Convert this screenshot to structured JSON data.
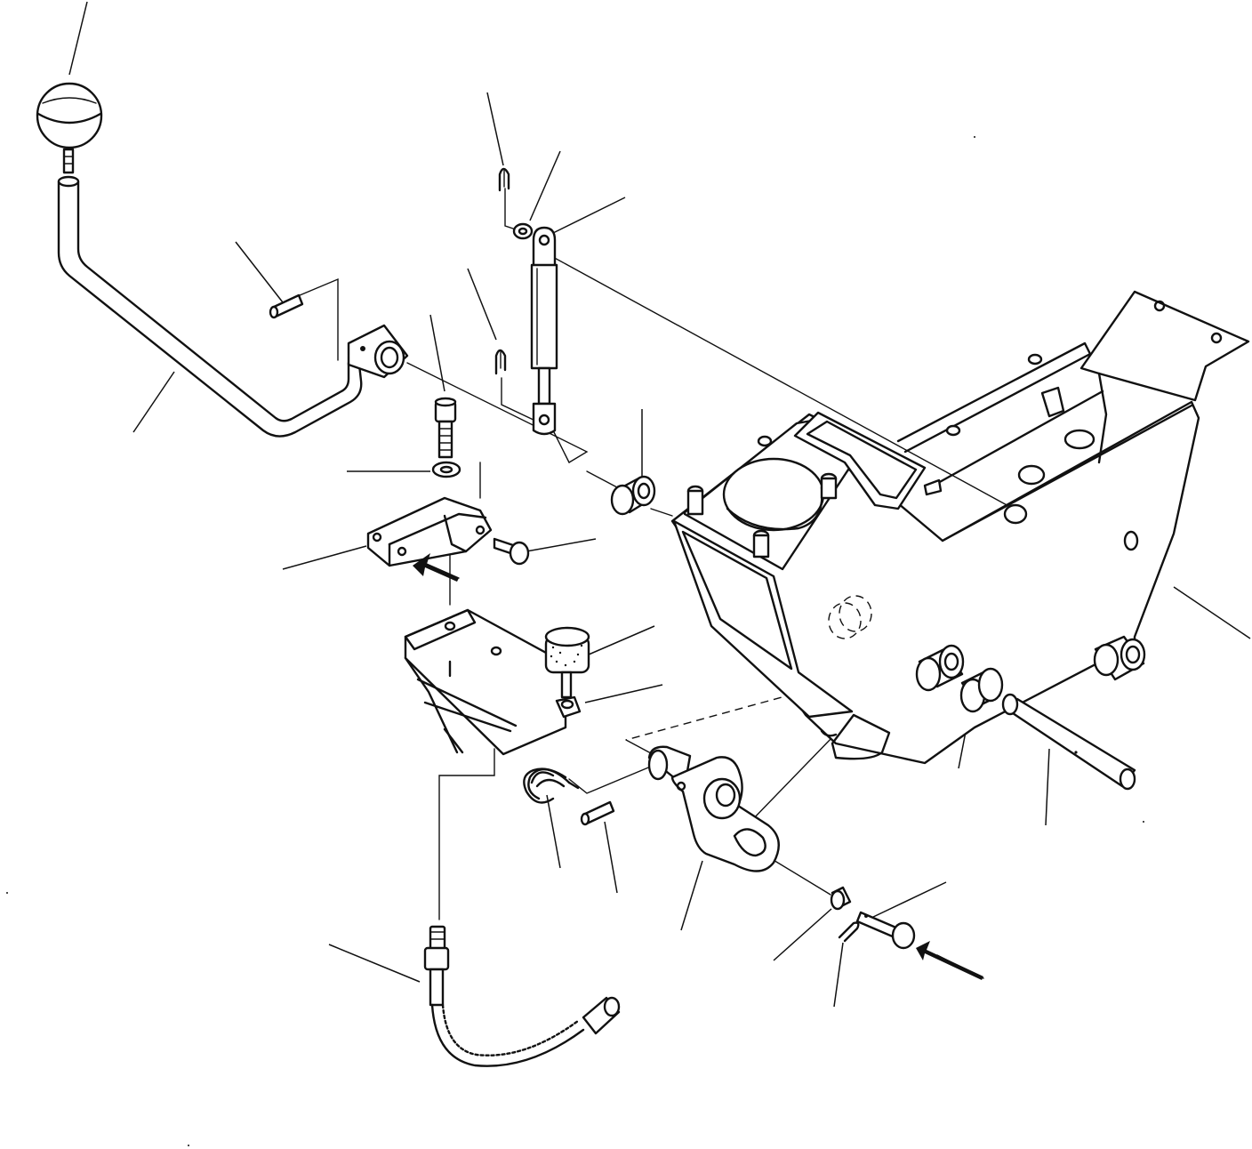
{
  "diagram": {
    "type": "exploded-parts-view",
    "callouts": [],
    "line_color": "#111111",
    "background": "#ffffff",
    "parts": [
      {
        "id": "knob",
        "icon": "ball-knob"
      },
      {
        "id": "shift-lever",
        "icon": "bent-rod"
      },
      {
        "id": "roll-pin-upper",
        "icon": "pin"
      },
      {
        "id": "split-pin-top",
        "icon": "cotter-pin"
      },
      {
        "id": "washer-top",
        "icon": "washer"
      },
      {
        "id": "gas-spring",
        "icon": "strut"
      },
      {
        "id": "split-pin-mid",
        "icon": "cotter-pin"
      },
      {
        "id": "cap-screw",
        "icon": "bolt"
      },
      {
        "id": "lock-washer",
        "icon": "washer"
      },
      {
        "id": "clevis-bracket",
        "icon": "bracket"
      },
      {
        "id": "clevis-pin",
        "icon": "pin"
      },
      {
        "id": "bushing-left",
        "icon": "bushing"
      },
      {
        "id": "pedal-housing",
        "icon": "housing"
      },
      {
        "id": "mount-plate",
        "icon": "plate"
      },
      {
        "id": "rubber-stop",
        "icon": "bumper"
      },
      {
        "id": "stop-nut",
        "icon": "nut"
      },
      {
        "id": "spring",
        "icon": "coil-spring"
      },
      {
        "id": "roll-pin-lower",
        "icon": "pin"
      },
      {
        "id": "pedal-arm",
        "icon": "lever-arm"
      },
      {
        "id": "bushing-right-1",
        "icon": "bushing"
      },
      {
        "id": "bushing-right-2",
        "icon": "bushing"
      },
      {
        "id": "pivot-shaft",
        "icon": "shaft"
      },
      {
        "id": "spacer",
        "icon": "bushing"
      },
      {
        "id": "split-pin-bottom",
        "icon": "cotter-pin"
      },
      {
        "id": "clevis-pin-bottom",
        "icon": "pin"
      },
      {
        "id": "control-cable",
        "icon": "cable"
      }
    ]
  }
}
